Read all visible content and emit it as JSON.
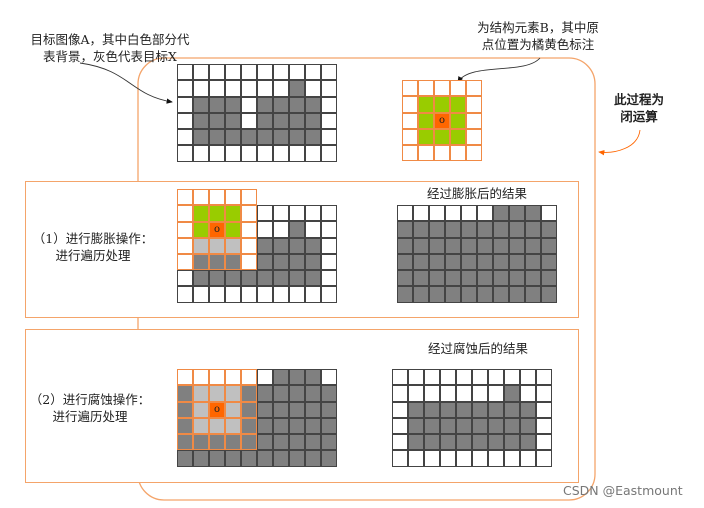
{
  "labels": {
    "target_note_line1": "目标图像A，其中白色部分代",
    "target_note_line2": "表背景，灰色代表目标X",
    "se_note_line1": "为结构元素B，其中原",
    "se_note_line2": "点位置为橘黄色标注",
    "closing_note_line1": "此过程为",
    "closing_note_line2": "闭运算",
    "step1_line1": "（1）进行膨胀操作：",
    "step1_line2": "进行遍历处理",
    "step1_result": "经过膨胀后的结果",
    "step2_line1": "（2）进行腐蚀操作：",
    "step2_line2": "进行遍历处理",
    "step2_result": "经过腐蚀后的结果",
    "origin_mark": "o",
    "watermark": "CSDN @Eastmount"
  },
  "colors": {
    "accent_orange": "#ff6600",
    "box_border": "#f4a46a",
    "gray": "#808080",
    "light_gray": "#c0c0c0",
    "green": "#99cc00"
  },
  "grids": {
    "target_A": [
      "wwwwwwwwww",
      "wwwwwwwgww",
      "wgggwggggw",
      "wgggwggggw",
      "wggggggggw",
      "wwwwwwwwww"
    ],
    "structuring_B": [
      "wwwww",
      "wyyyw",
      "wyoyw",
      "wyyyw",
      "wwwww"
    ],
    "dilation_image": [
      "wwwwwwwwww",
      "wwwwwwwgww",
      "wwwwwggggw",
      "wwwwwggggw",
      "wggggggggw",
      "wwwwwwwwww"
    ],
    "dilation_overlay": [
      "wwwww",
      "wyyyw",
      "wyoyw",
      "wlllw",
      "wgggw"
    ],
    "dilation_result": [
      "wwwwwwgggw",
      "gggggggggg",
      "gggggggggg",
      "gggggggggg",
      "gggggggggg",
      "gggggggggg"
    ],
    "erosion_image": [
      "wwwwwwgggw",
      "gggggggggg",
      "gggggggggg",
      "gggggggggg",
      "gggggggggg",
      "gggggggggg"
    ],
    "erosion_overlay": [
      "wwwww",
      "glllg",
      "glolg",
      "glllg",
      "ggggg"
    ],
    "erosion_result": [
      "wwwwwwwwww",
      "wwwwwwwgww",
      "wggggggggw",
      "wggggggggw",
      "wggggggggw",
      "wwwwwwwwww"
    ]
  }
}
